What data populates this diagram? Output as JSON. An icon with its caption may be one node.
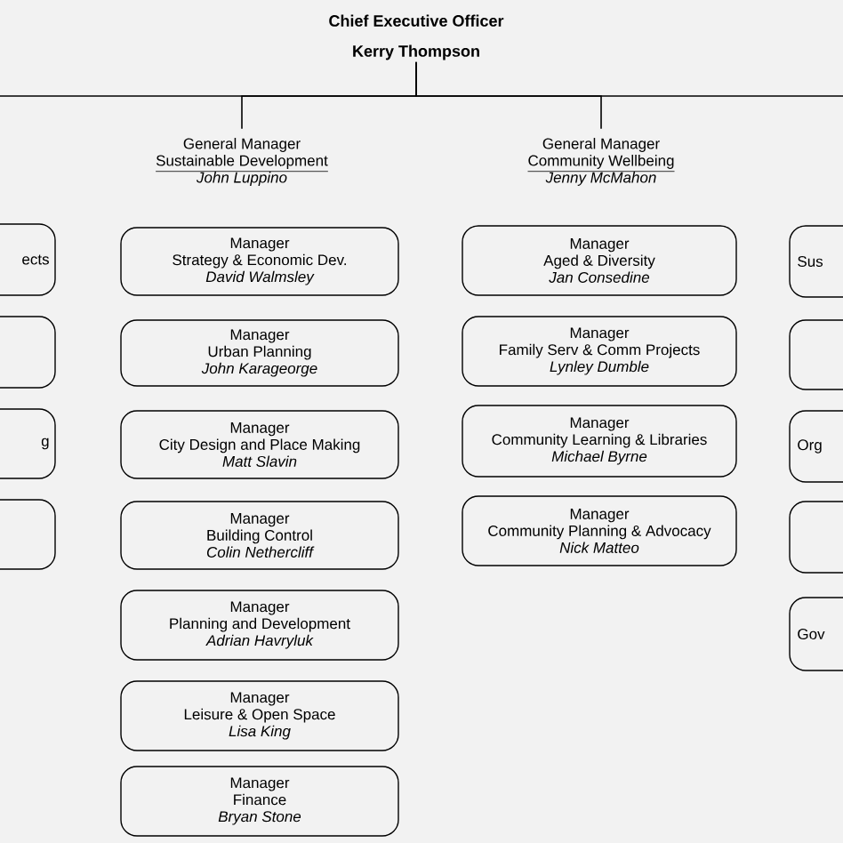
{
  "diagram": {
    "nodes": [
      {
        "text": [
          "Chief Executive Officer",
          "Kerry Thompson"
        ]
      },
      {
        "text": [
          "General Manager",
          "Sustainable Development",
          "John Luppino"
        ]
      },
      {
        "text": [
          "General Manager",
          "Community Wellbeing",
          "Jenny McMahon"
        ]
      },
      {
        "text": [
          "Manager",
          "Strategy & Economic Dev.",
          "David Walmsley"
        ]
      },
      {
        "text": [
          "Manager",
          "Urban Planning",
          "John Karageorge"
        ]
      },
      {
        "text": [
          "Manager",
          "City Design and Place Making",
          "Matt Slavin"
        ]
      },
      {
        "text": [
          "Manager",
          "Building Control",
          "Colin Nethercliff"
        ]
      },
      {
        "text": [
          "Manager",
          "Planning and Development",
          "Adrian Havryluk"
        ]
      },
      {
        "text": [
          "Manager",
          "Leisure & Open Space",
          "Lisa King"
        ]
      },
      {
        "text": [
          "Manager",
          "Finance",
          "Bryan Stone"
        ]
      },
      {
        "text": [
          "Manager",
          "Aged & Diversity",
          "Jan Consedine"
        ]
      },
      {
        "text": [
          "Manager",
          "Family Serv & Comm Projects",
          "Lynley Dumble"
        ]
      },
      {
        "text": [
          "Manager",
          "Community Learning & Libraries",
          "Michael Byrne"
        ]
      },
      {
        "text": [
          "Manager",
          "Community Planning & Advocacy",
          "Nick Matteo"
        ]
      },
      {
        "text": [
          "ects"
        ]
      },
      {
        "text": [],
        "shape": "box"
      },
      {
        "text": [
          "g"
        ]
      },
      {
        "text": [],
        "shape": "box"
      },
      {
        "text": [
          "Sus"
        ]
      },
      {
        "text": [],
        "shape": "box"
      },
      {
        "text": [
          "Org"
        ]
      },
      {
        "text": [],
        "shape": "box"
      },
      {
        "text": [
          "Gov"
        ]
      }
    ],
    "edges": [
      {
        "from": 0,
        "to": 1,
        "arrow": "none"
      },
      {
        "from": 0,
        "to": 2,
        "arrow": "none"
      }
    ]
  }
}
